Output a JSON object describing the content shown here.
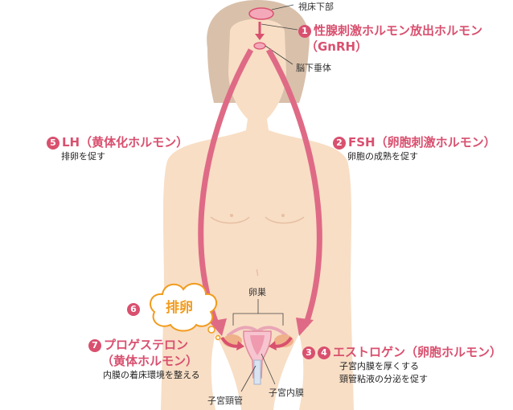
{
  "colors": {
    "accent": "#d9506f",
    "skin": "#f8dec5",
    "hair": "#d9c0aa",
    "ovulation": "#f29b1d"
  },
  "labels": {
    "hypothalamus": "視床下部",
    "pituitary": "脳下垂体",
    "ovary": "卵巣",
    "endometrium": "子宮内膜",
    "cervical_canal": "子宮頸管"
  },
  "hormones": {
    "gnrh": {
      "number": "1",
      "name": "性腺刺激ホルモン放出ホルモン",
      "abbr": "（GnRH）"
    },
    "fsh": {
      "number": "2",
      "name": "FSH（卵胞刺激ホルモン）",
      "note": "卵胞の成熟を促す"
    },
    "lh": {
      "number": "5",
      "name": "LH（黄体化ホルモン）",
      "note": "排卵を促す"
    },
    "estrogen": {
      "numbers": [
        "3",
        "4"
      ],
      "name": "エストロゲン（卵胞ホルモン）",
      "notes": [
        "子宮内膜を厚くする",
        "頸管粘液の分泌を促す"
      ]
    },
    "progesterone": {
      "number": "7",
      "name_line1": "プロゲステロン",
      "name_line2": "（黄体ホルモン）",
      "note": "内膜の着床環境を整える"
    },
    "ovulation": {
      "number": "6",
      "label": "排卵"
    }
  }
}
